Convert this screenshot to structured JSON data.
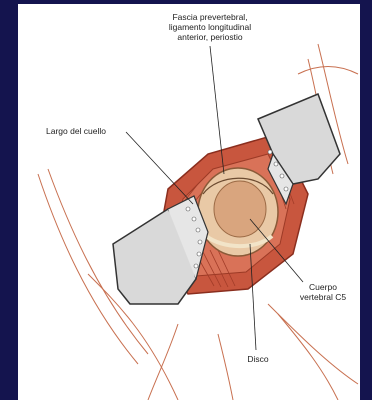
{
  "labels": {
    "fascia": "Fascia prevertebral,\nligamento longitudinal\nanterior, periostio",
    "largo_cuello": "Largo del cuello",
    "cuerpo_vertebral": "Cuerpo\nvertebral C5",
    "disco": "Disco"
  },
  "colors": {
    "frame": "#14144e",
    "panel": "#ffffff",
    "retractor": "#d9d9d9",
    "muscle": "#c8563e",
    "bone": "#e9c9a6",
    "skin_lines": "#c87050"
  }
}
